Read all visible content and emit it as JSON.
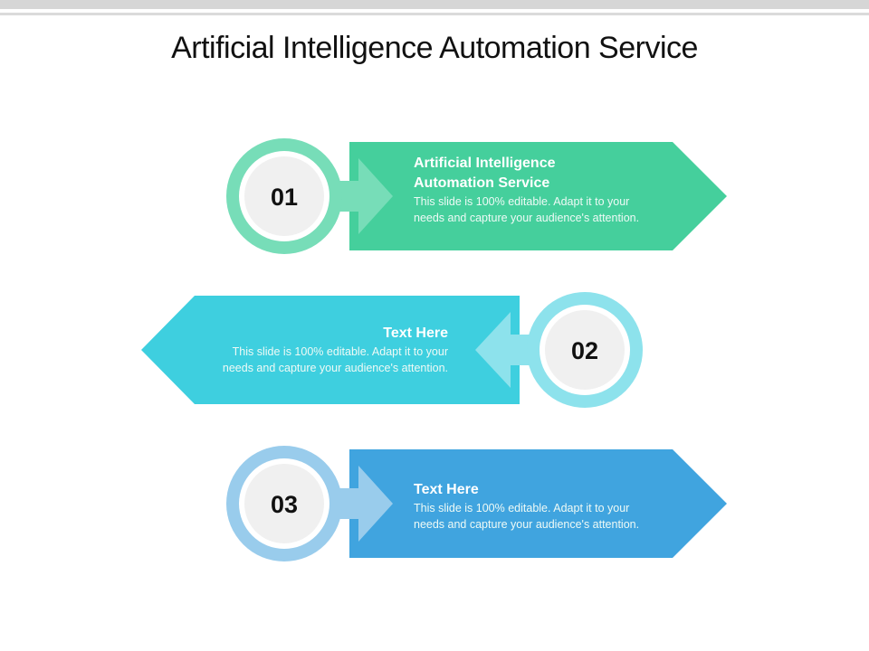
{
  "slide": {
    "title": "Artificial Intelligence Automation Service"
  },
  "steps": [
    {
      "number": "01",
      "heading": "Artificial Intelligence Automation Service",
      "heading_line1": "Artificial Intelligence",
      "heading_line2": "Automation Service",
      "body_line1": "This slide is 100% editable. Adapt it to your",
      "body_line2": "needs and capture your audience's attention.",
      "color_main": "#45CF9C",
      "color_light": "#77DDB8"
    },
    {
      "number": "02",
      "heading": "Text Here",
      "body_line1": "This slide is 100% editable. Adapt it to your",
      "body_line2": "needs and capture your audience's attention.",
      "color_main": "#3ECFDF",
      "color_light": "#8DE2EC"
    },
    {
      "number": "03",
      "heading": "Text Here",
      "body_line1": "This slide is 100% editable. Adapt it to your",
      "body_line2": "needs and capture your audience's attention.",
      "color_main": "#40A4DF",
      "color_light": "#99CCEC"
    }
  ]
}
